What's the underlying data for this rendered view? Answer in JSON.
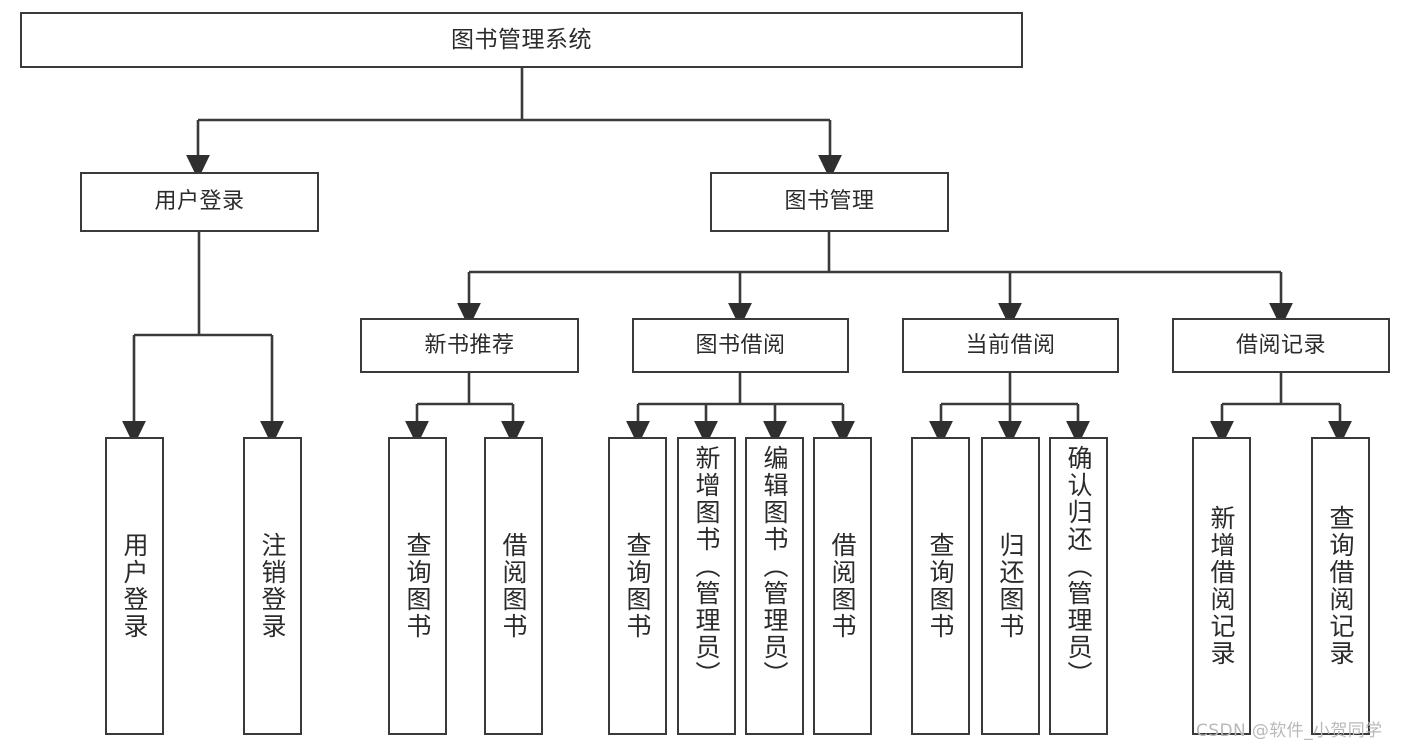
{
  "diagram": {
    "title": "图书管理系统",
    "type": "tree-hierarchy-chart",
    "watermark": "CSDN @软件_小贺同学",
    "colors": {
      "box_border": "#3a3a3a",
      "box_fill": "#ffffff",
      "line": "#3a3a3a",
      "text": "#2b2b2b",
      "watermark": "#b9b9b9"
    },
    "nodes": {
      "root": {
        "label": "图书管理系统"
      },
      "level2": [
        {
          "id": "user-login",
          "label": "用户登录"
        },
        {
          "id": "book-manage",
          "label": "图书管理"
        }
      ],
      "level3": [
        {
          "id": "new-book-recommend",
          "label": "新书推荐"
        },
        {
          "id": "book-borrow",
          "label": "图书借阅"
        },
        {
          "id": "current-borrow",
          "label": "当前借阅"
        },
        {
          "id": "borrow-record",
          "label": "借阅记录"
        }
      ],
      "leaves": [
        {
          "id": "leaf-user-login",
          "label": "用户登录",
          "parent": "user-login"
        },
        {
          "id": "leaf-logout-login",
          "label": "注销登录",
          "parent": "user-login"
        },
        {
          "id": "leaf-query-book-1",
          "label": "查询图书",
          "parent": "new-book-recommend"
        },
        {
          "id": "leaf-borrow-book-1",
          "label": "借阅图书",
          "parent": "new-book-recommend"
        },
        {
          "id": "leaf-query-book-2",
          "label": "查询图书",
          "parent": "book-borrow"
        },
        {
          "id": "leaf-add-book",
          "label": "新增图书（管理员）",
          "parent": "book-borrow"
        },
        {
          "id": "leaf-edit-book",
          "label": "编辑图书（管理员）",
          "parent": "book-borrow"
        },
        {
          "id": "leaf-borrow-book-2",
          "label": "借阅图书",
          "parent": "book-borrow"
        },
        {
          "id": "leaf-query-book-3",
          "label": "查询图书",
          "parent": "current-borrow"
        },
        {
          "id": "leaf-return-book",
          "label": "归还图书",
          "parent": "current-borrow"
        },
        {
          "id": "leaf-confirm-return",
          "label": "确认归还（管理员）",
          "parent": "current-borrow"
        },
        {
          "id": "leaf-add-record",
          "label": "新增借阅记录",
          "parent": "borrow-record"
        },
        {
          "id": "leaf-query-record",
          "label": "查询借阅记录",
          "parent": "borrow-record"
        }
      ]
    }
  }
}
